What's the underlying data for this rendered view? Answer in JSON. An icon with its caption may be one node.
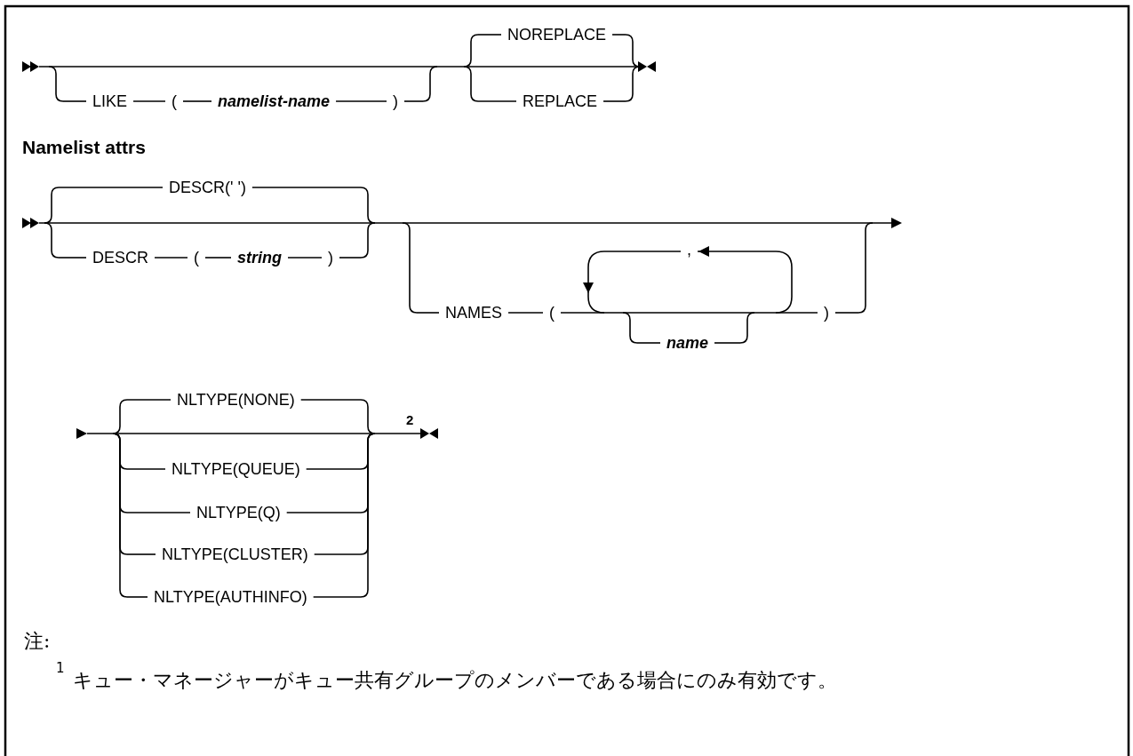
{
  "diagram": {
    "labels": [
      "NOREPLACE",
      "LIKE",
      "(",
      "namelist-name",
      ")",
      "REPLACE",
      "Namelist attrs",
      "DESCR(' ')",
      "DESCR",
      "(",
      "string",
      ")",
      ",",
      "NAMES",
      "(",
      ")",
      "name",
      "NLTYPE(NONE)",
      "2",
      "NLTYPE(QUEUE)",
      "NLTYPE(Q)",
      "NLTYPE(CLUSTER)",
      "NLTYPE(AUTHINFO)",
      "注:",
      "1",
      "キュー・マネージャーがキュー共有グループのメンバーである場合にのみ有効です。"
    ]
  }
}
